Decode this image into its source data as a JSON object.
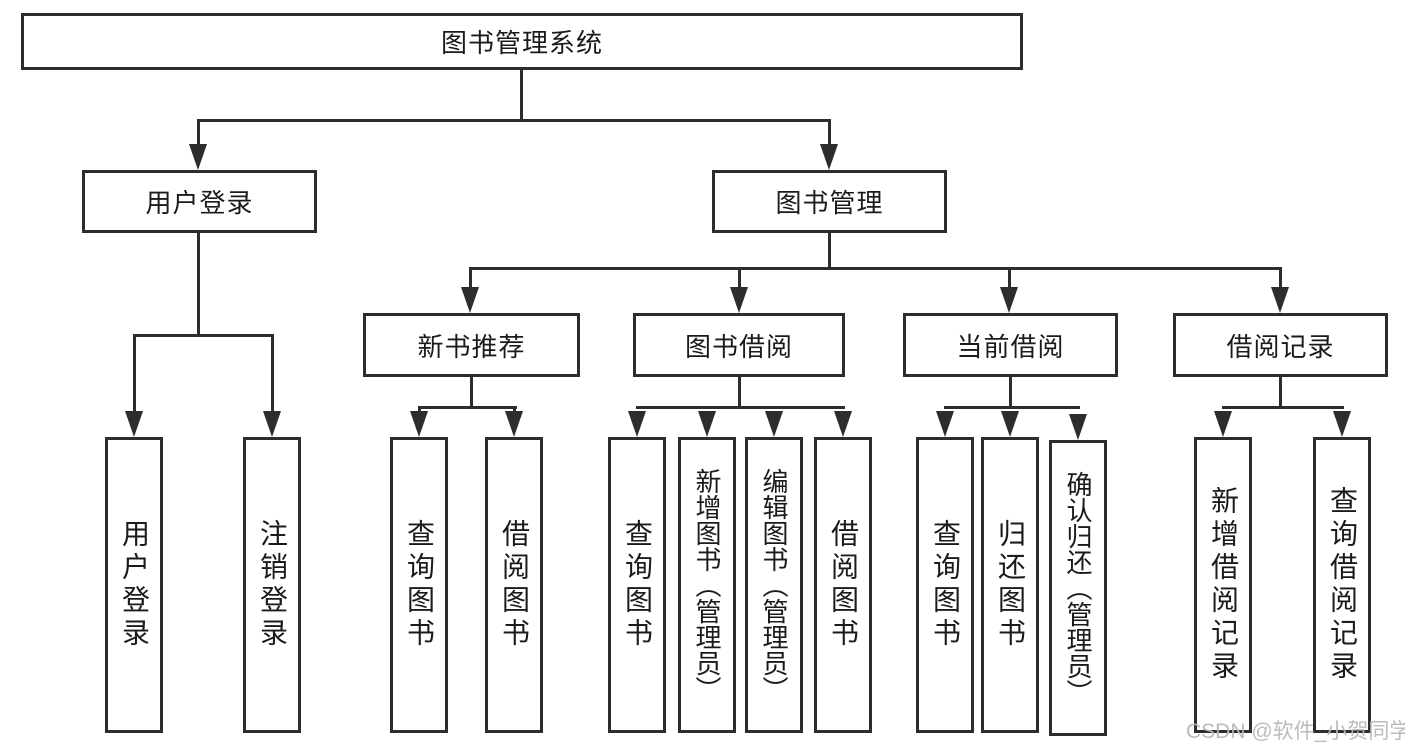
{
  "diagram": {
    "title": {
      "label": "图书管理系统"
    },
    "level2": [
      {
        "label": "用户登录"
      },
      {
        "label": "图书管理"
      }
    ],
    "level3": [
      {
        "label": "新书推荐"
      },
      {
        "label": "图书借阅"
      },
      {
        "label": "当前借阅"
      },
      {
        "label": "借阅记录"
      }
    ],
    "leaves": [
      [
        {
          "label": "用户登录"
        },
        {
          "label": "注销登录"
        }
      ],
      [
        {
          "label": "查询图书"
        },
        {
          "label": "借阅图书"
        }
      ],
      [
        {
          "label": "查询图书"
        },
        {
          "label": "新增图书（管理员）"
        },
        {
          "label": "编辑图书（管理员）"
        },
        {
          "label": "借阅图书"
        }
      ],
      [
        {
          "label": "查询图书"
        },
        {
          "label": "归还图书"
        },
        {
          "label": "确认归还（管理员）"
        }
      ],
      [
        {
          "label": "新增借阅记录"
        },
        {
          "label": "查询借阅记录"
        }
      ]
    ],
    "watermark": "CSDN @软件_小贺同学",
    "colors": {
      "line": "#2d2d2d",
      "box_background": "#ffffff",
      "text": "#1b1b1b",
      "watermark": "#b8b8b8"
    }
  }
}
